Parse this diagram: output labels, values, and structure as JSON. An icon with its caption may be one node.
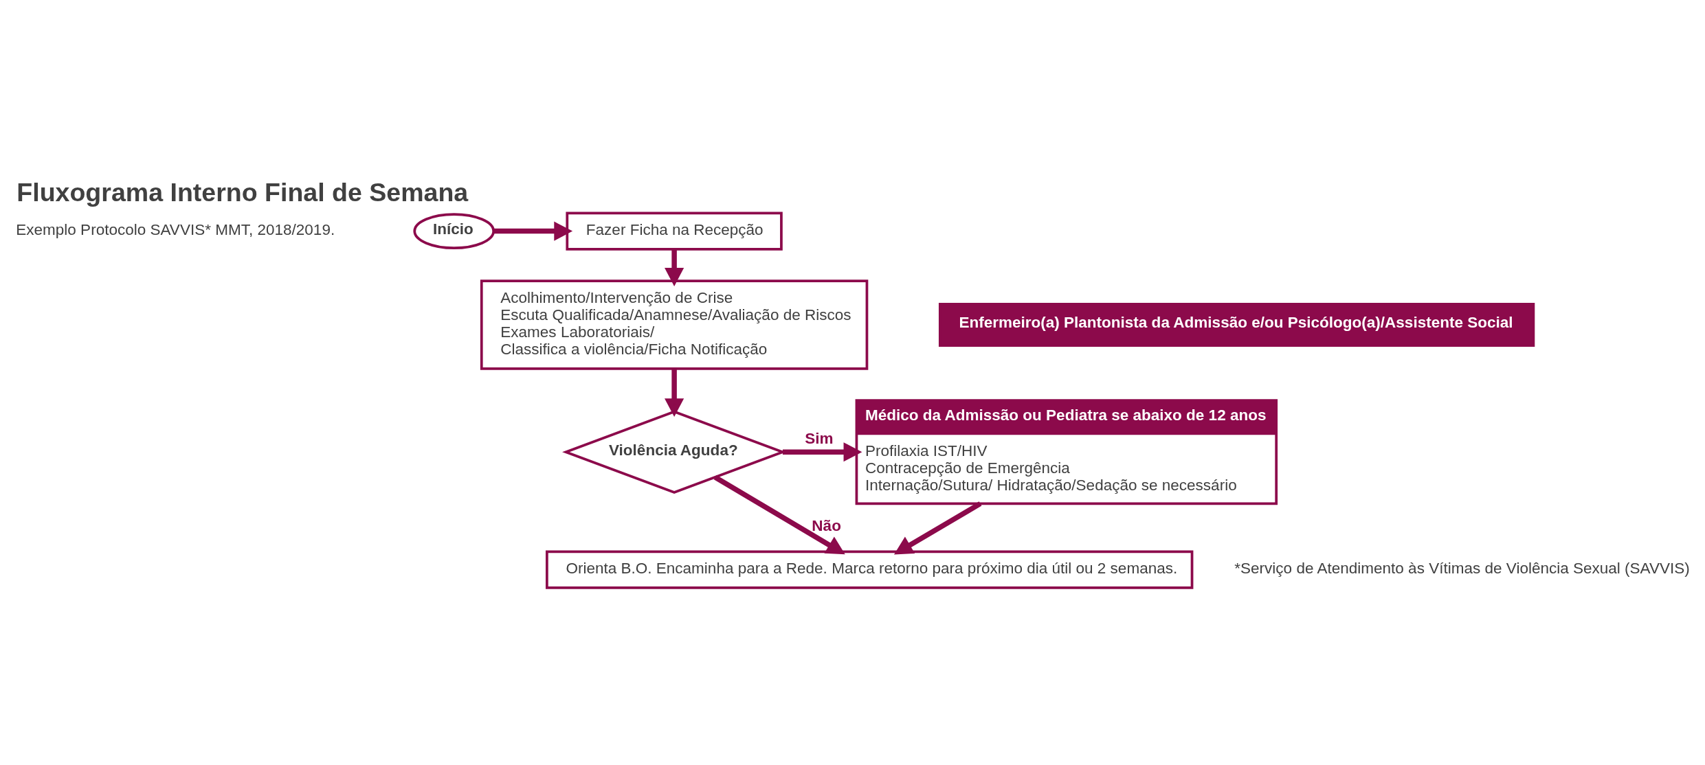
{
  "diagram": {
    "title": "Fluxograma Interno Final de Semana",
    "nodes": [
      {
        "text": [
          "Início"
        ]
      },
      {
        "text": [
          "Fazer Ficha na Recepção"
        ]
      },
      {
        "text": [
          "Acolhimento/Intervenção de Crise",
          "Escuta Qualificada/Anamnese/Avaliação de Riscos",
          "Exames Laboratoriais/",
          "Classifica a violência/Ficha Notificação"
        ]
      },
      {
        "text": [
          "Enfermeiro(a) Plantonista da Admissão e/ou Psicólogo(a)/Assistente Social"
        ]
      },
      {
        "text": [
          "Médico da Admissão ou Pediatra se abaixo de 12 anos",
          "Profilaxia IST/HIV",
          "Contracepção de Emergência",
          "Internação/Sutura/ Hidratação/Sedação se necessário"
        ]
      },
      {
        "text": [
          "Violência Aguda?"
        ]
      },
      {
        "text": [
          "Orienta B.O. Encaminha para a Rede. Marca retorno para próximo dia útil ou 2 semanas."
        ]
      }
    ],
    "edges": [
      {
        "from": 0,
        "to": 1,
        "arrow": "to"
      },
      {
        "from": 1,
        "to": 2,
        "arrow": "to"
      },
      {
        "from": 2,
        "to": 5,
        "arrow": "to"
      },
      {
        "from": 5,
        "to": 4,
        "arrow": "to",
        "label": "Sim"
      },
      {
        "from": 5,
        "to": 6,
        "arrow": "to",
        "label": "Não"
      },
      {
        "from": 4,
        "to": 6,
        "arrow": "to"
      }
    ],
    "labels": [
      "Exemplo Protocolo SAVVIS* MMT, 2018/2019.",
      "*Serviço de Atendimento às Vítimas de Violência Sexual (SAVVIS)"
    ]
  }
}
